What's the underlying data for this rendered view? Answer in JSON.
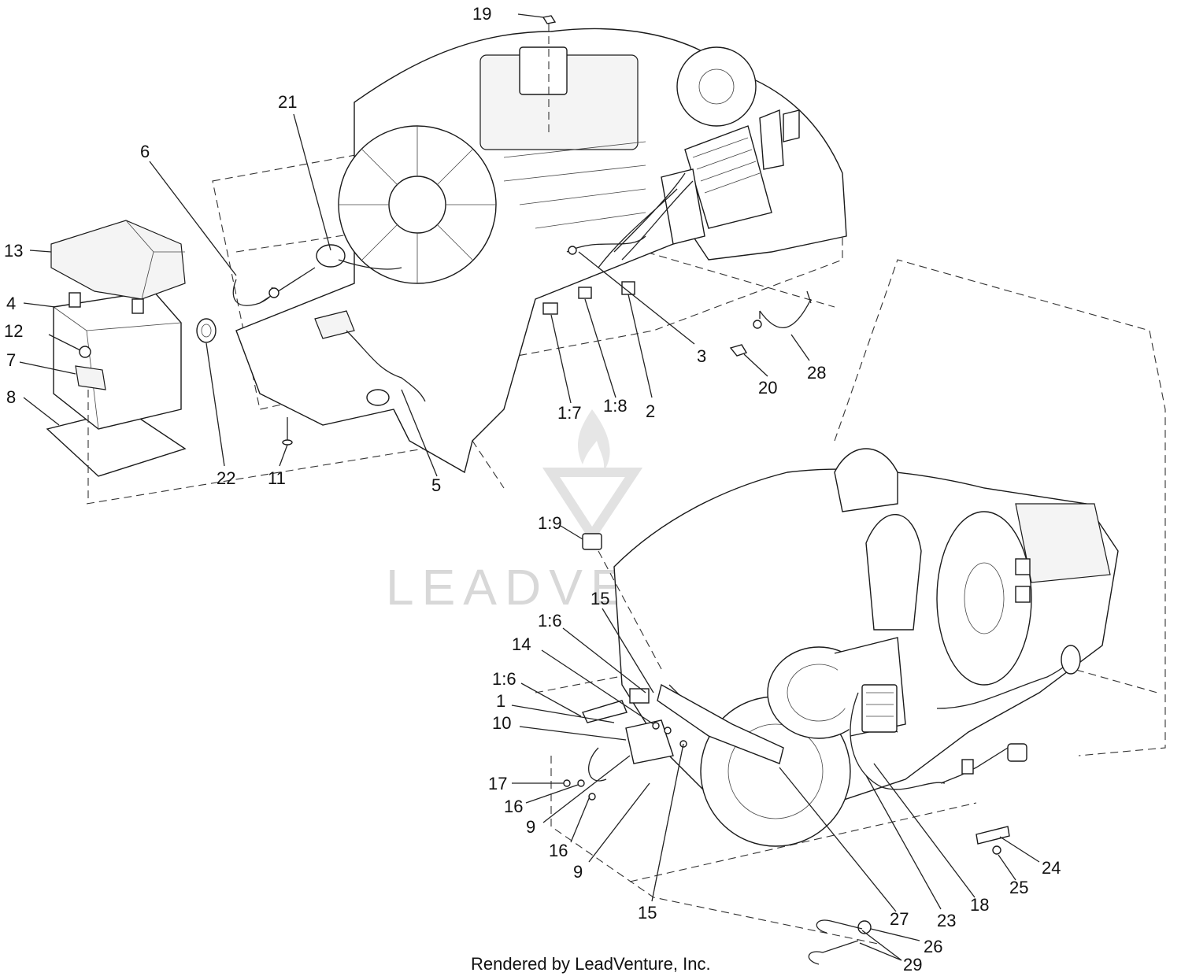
{
  "diagram": {
    "callouts": [
      {
        "id": "c19",
        "label": "19"
      },
      {
        "id": "c21",
        "label": "21"
      },
      {
        "id": "c6",
        "label": "6"
      },
      {
        "id": "c13",
        "label": "13"
      },
      {
        "id": "c4",
        "label": "4"
      },
      {
        "id": "c12",
        "label": "12"
      },
      {
        "id": "c7",
        "label": "7"
      },
      {
        "id": "c8",
        "label": "8"
      },
      {
        "id": "c22",
        "label": "22"
      },
      {
        "id": "c11",
        "label": "11"
      },
      {
        "id": "c5",
        "label": "5"
      },
      {
        "id": "c1-7",
        "label": "1:7"
      },
      {
        "id": "c1-8",
        "label": "1:8"
      },
      {
        "id": "c2",
        "label": "2"
      },
      {
        "id": "c3",
        "label": "3"
      },
      {
        "id": "c20",
        "label": "20"
      },
      {
        "id": "c28",
        "label": "28"
      },
      {
        "id": "c1-9",
        "label": "1:9"
      },
      {
        "id": "c15a",
        "label": "15"
      },
      {
        "id": "c1-6a",
        "label": "1:6"
      },
      {
        "id": "c14",
        "label": "14"
      },
      {
        "id": "c1-6b",
        "label": "1:6"
      },
      {
        "id": "c1",
        "label": "1"
      },
      {
        "id": "c10",
        "label": "10"
      },
      {
        "id": "c17",
        "label": "17"
      },
      {
        "id": "c16a",
        "label": "16"
      },
      {
        "id": "c9a",
        "label": "9"
      },
      {
        "id": "c16b",
        "label": "16"
      },
      {
        "id": "c9b",
        "label": "9"
      },
      {
        "id": "c15b",
        "label": "15"
      },
      {
        "id": "c27",
        "label": "27"
      },
      {
        "id": "c23",
        "label": "23"
      },
      {
        "id": "c18",
        "label": "18"
      },
      {
        "id": "c24",
        "label": "24"
      },
      {
        "id": "c25",
        "label": "25"
      },
      {
        "id": "c26",
        "label": "26"
      },
      {
        "id": "c29",
        "label": "29"
      }
    ],
    "watermark": "LEADVENTURE",
    "footer": "Rendered by LeadVenture, Inc."
  }
}
